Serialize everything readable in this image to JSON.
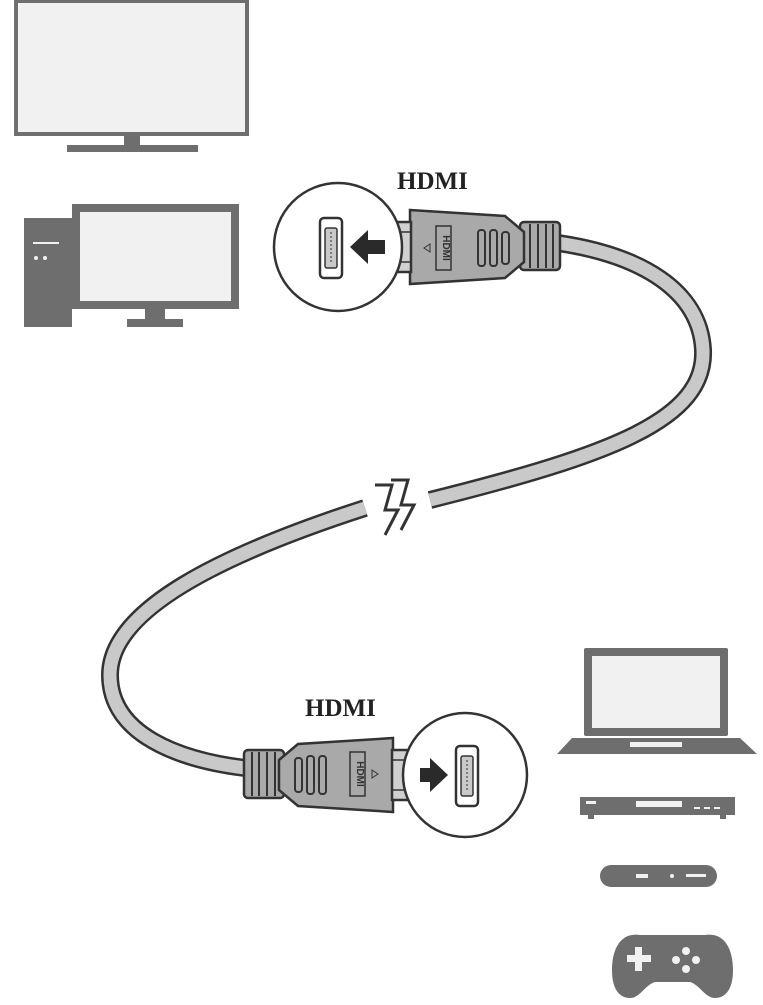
{
  "labels": {
    "top_connector": "HDMI",
    "bottom_connector": "HDMI",
    "plug_marking": "HDMI"
  },
  "devices": {
    "sources_top": [
      "tv-icon",
      "desktop-computer-icon"
    ],
    "sinks_bottom": [
      "laptop-icon",
      "dvd-player-icon",
      "set-top-box-icon",
      "gamepad-icon"
    ]
  },
  "colors": {
    "device_gray": "#6e6e6e",
    "screen_fill": "#f1f1f1",
    "cable_fill": "#c9c9c9",
    "plug_fill": "#a9a9a9",
    "outline": "#333333",
    "arrow": "#2a2a2a"
  }
}
